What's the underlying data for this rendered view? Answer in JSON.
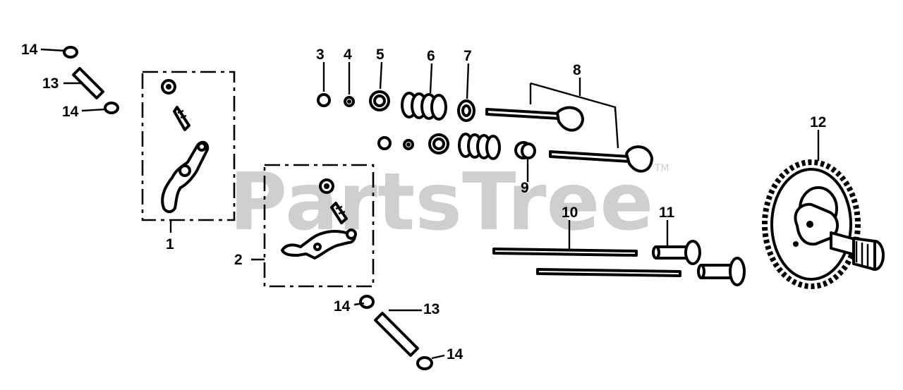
{
  "watermark": {
    "text": "PartsTree",
    "trademark": "TM"
  },
  "callouts": {
    "c1": "1",
    "c2": "2",
    "c3": "3",
    "c4": "4",
    "c5": "5",
    "c6": "6",
    "c7": "7",
    "c8": "8",
    "c9": "9",
    "c10": "10",
    "c11": "11",
    "c12": "12",
    "c13a": "13",
    "c13b": "13",
    "c14a": "14",
    "c14b": "14",
    "c14c": "14",
    "c14d": "14"
  }
}
